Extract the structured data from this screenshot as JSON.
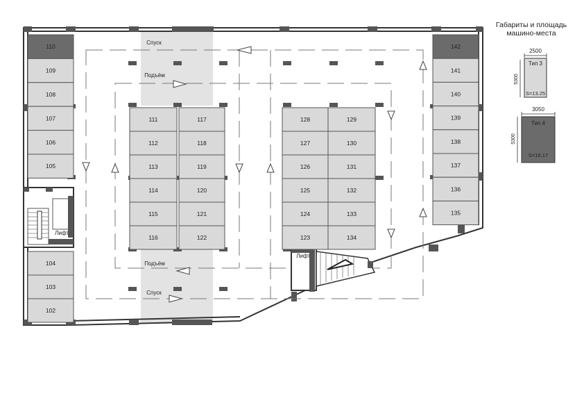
{
  "legend": {
    "title_line1": "Габариты и площадь",
    "title_line2": "машино-места",
    "types": [
      {
        "name": "Тип 3",
        "width": "2500",
        "length": "5300",
        "area": "S=13.25",
        "fill": "#d9d9d9"
      },
      {
        "name": "Тип 4",
        "width": "3050",
        "length": "5300",
        "area": "S=16.17",
        "fill": "#6b6b6b"
      }
    ]
  },
  "ramps": {
    "top_down": "Спуск",
    "top_up": "Подъём",
    "bottom_up": "Подъём",
    "bottom_down": "Спуск"
  },
  "elevators": {
    "left": "Лифт",
    "right": "Лифт"
  },
  "spaces": {
    "left_column": [
      "110",
      "109",
      "108",
      "107",
      "106",
      "105"
    ],
    "left_lower": [
      "104",
      "103",
      "102"
    ],
    "center_left_a": [
      "111",
      "112",
      "113",
      "114",
      "115",
      "116"
    ],
    "center_left_b": [
      "117",
      "118",
      "119",
      "120",
      "121",
      "122"
    ],
    "center_right_a": [
      "128",
      "127",
      "126",
      "125",
      "124",
      "123"
    ],
    "center_right_b": [
      "129",
      "130",
      "131",
      "132",
      "133",
      "134"
    ],
    "right_column": [
      "142",
      "141",
      "140",
      "139",
      "138",
      "137",
      "136",
      "135"
    ]
  },
  "colors": {
    "space_fill": "#d9d9d9",
    "space_large_fill": "#6b6b6b",
    "ramp_fill": "#e3e3e3",
    "wall": "#333333"
  }
}
